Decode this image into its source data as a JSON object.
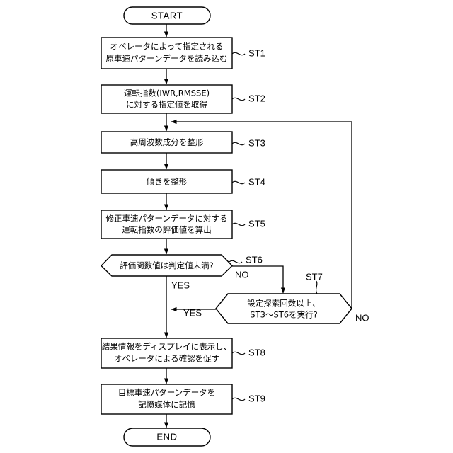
{
  "diagram": {
    "type": "flowchart",
    "title": "",
    "orientation": "top-to-bottom",
    "background_color": "#ffffff",
    "line_color": "#000000"
  },
  "nodes": {
    "start": {
      "id": "start",
      "shape": "terminator",
      "label": "START",
      "step_label": ""
    },
    "st1": {
      "id": "ST1",
      "shape": "process",
      "line1": "オペレータによって指定される",
      "line2": "原車速パターンデータを読み込む",
      "step_label": "ST1"
    },
    "st2": {
      "id": "ST2",
      "shape": "process",
      "line1": "運転指数(IWR,RMSSE)",
      "line2": "に対する指定値を取得",
      "step_label": "ST2"
    },
    "st3": {
      "id": "ST3",
      "shape": "process",
      "line1": "高周波数成分を整形",
      "line2": "",
      "step_label": "ST3"
    },
    "st4": {
      "id": "ST4",
      "shape": "process",
      "line1": "傾きを整形",
      "line2": "",
      "step_label": "ST4"
    },
    "st5": {
      "id": "ST5",
      "shape": "process",
      "line1": "修正車速パターンデータに対する",
      "line2": "運転指数の評価値を算出",
      "step_label": "ST5"
    },
    "st6": {
      "id": "ST6",
      "shape": "decision",
      "line1": "評価関数値は判定値未満?",
      "line2": "",
      "step_label": "ST6",
      "branch_yes": "YES",
      "branch_no": "NO"
    },
    "st7": {
      "id": "ST7",
      "shape": "decision",
      "line1": "設定探索回数以上、",
      "line2": "ST3〜ST6を実行?",
      "step_label": "ST7",
      "branch_yes": "YES",
      "branch_no": "NO"
    },
    "st8": {
      "id": "ST8",
      "shape": "process",
      "line1": "結果情報をディスプレイに表示し、",
      "line2": "オペレータによる確認を促す",
      "step_label": "ST8"
    },
    "st9": {
      "id": "ST9",
      "shape": "process",
      "line1": "目標車速パターンデータを",
      "line2": "記憶媒体に記憶",
      "step_label": "ST9"
    },
    "end": {
      "id": "end",
      "shape": "terminator",
      "label": "END",
      "step_label": ""
    }
  },
  "edges": [
    {
      "from": "start",
      "to": "st1",
      "label": ""
    },
    {
      "from": "st1",
      "to": "st2",
      "label": ""
    },
    {
      "from": "st2",
      "to": "st3",
      "label": ""
    },
    {
      "from": "st3",
      "to": "st4",
      "label": ""
    },
    {
      "from": "st4",
      "to": "st5",
      "label": ""
    },
    {
      "from": "st5",
      "to": "st6",
      "label": ""
    },
    {
      "from": "st6",
      "to": "st8",
      "label": "YES"
    },
    {
      "from": "st6",
      "to": "st7",
      "label": "NO"
    },
    {
      "from": "st7",
      "to": "st8",
      "label": "YES"
    },
    {
      "from": "st7",
      "to": "st3",
      "label": "NO"
    },
    {
      "from": "st8",
      "to": "st9",
      "label": ""
    },
    {
      "from": "st9",
      "to": "end",
      "label": ""
    }
  ]
}
